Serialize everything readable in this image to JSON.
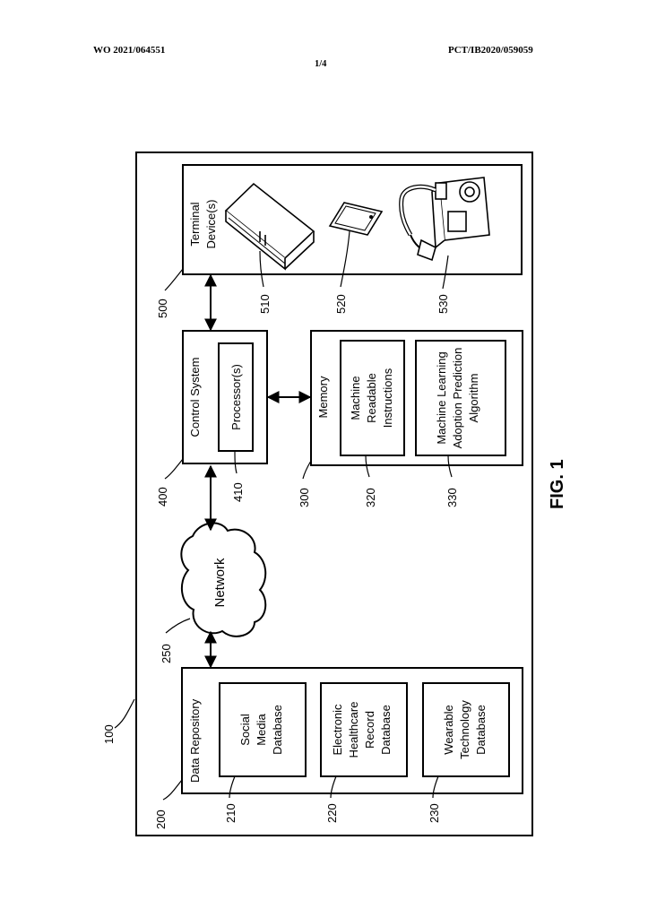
{
  "header": {
    "publication_number": "WO 2021/064551",
    "application_number": "PCT/IB2020/059059",
    "sheet": "1/4"
  },
  "figure": {
    "caption": "FIG. 1",
    "system_ref": "100",
    "data_repository": {
      "ref": "200",
      "title": "Data Repository",
      "databases": [
        {
          "ref": "210",
          "lines": [
            "Social",
            "Media",
            "Database"
          ]
        },
        {
          "ref": "220",
          "lines": [
            "Electronic",
            "Healthcare",
            "Record",
            "Database"
          ]
        },
        {
          "ref": "230",
          "lines": [
            "Wearable",
            "Technology",
            "Database"
          ]
        }
      ]
    },
    "network": {
      "ref": "250",
      "label": "Network"
    },
    "control_system": {
      "ref": "400",
      "title": "Control System",
      "processor": {
        "ref": "410",
        "label": "Processor(s)"
      }
    },
    "memory": {
      "ref": "300",
      "title": "Memory",
      "items": [
        {
          "ref": "320",
          "lines": [
            "Machine",
            "Readable",
            "Instructions"
          ]
        },
        {
          "ref": "330",
          "lines": [
            "Machine Learning",
            "Adoption Prediction",
            "Algorithm"
          ]
        }
      ]
    },
    "terminal_devices": {
      "ref": "500",
      "title_lines": [
        "Terminal",
        "Device(s)"
      ],
      "devices": [
        {
          "ref": "510",
          "icon": "server-tower-icon"
        },
        {
          "ref": "520",
          "icon": "smartphone-icon"
        },
        {
          "ref": "530",
          "icon": "respiratory-therapy-device-icon"
        }
      ]
    }
  }
}
